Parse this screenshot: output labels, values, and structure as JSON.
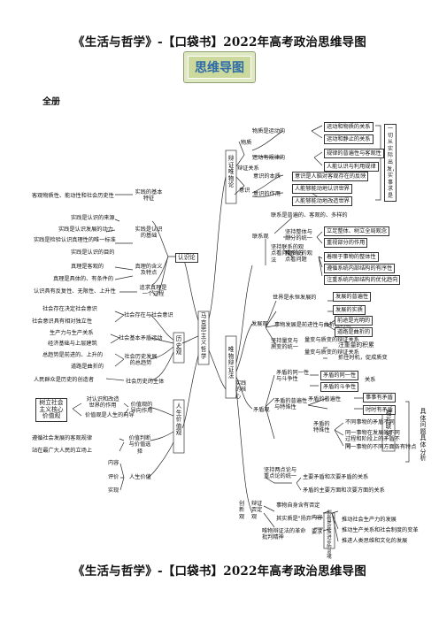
{
  "header": {
    "title_top": "《生活与哲学》-【口袋书】2022年高考政治思维导图",
    "badge": "思维导图",
    "section": "全册",
    "title_bottom": "《生活与哲学》-【口袋书】2022年高考政治思维导图"
  },
  "center": "马克思主义哲学",
  "mat": {
    "label": "辩证唯物论",
    "wuzhi": "物质",
    "wuzhi_items": [
      "物质是运动的",
      "运动有规律的"
    ],
    "yundong": [
      "运动和物质的关系",
      "运动和静止的关系"
    ],
    "guilv": [
      "规律的普遍性与客观性",
      "人能认识与利用规律"
    ],
    "guanxi": "辩证关系",
    "yishi": "意识",
    "yishi_items": [
      "意识的本质",
      "意识的作用"
    ],
    "benzhi": "意识是人脑对客观存在的反映",
    "zuoyong": [
      "人能够能动地认识世界",
      "人能够能动地改造世界"
    ],
    "brace": "一切从实际出发，实事求是"
  },
  "epi": {
    "label": "认识论",
    "shijian": "实践的基本特征",
    "shijian_items": [
      "客观物质性、能动性和社会历史性"
    ],
    "jichu": "实践是认识的基础",
    "jichu_items": [
      "实践是认识的来源",
      "实践是认识发展的动力",
      "实践是检验认识真理性的唯一标准",
      "实践是认识的目的"
    ],
    "zhenli": "真理的含义及特点",
    "zhenli_items": [
      "真理是客观的",
      "真理是具体的、有条件的"
    ],
    "zhuiqiu": "追求真理是一个过程",
    "zhuiqiu_items": [
      "认识具有反复性、无限性、上升性"
    ]
  },
  "dia": {
    "label": "唯物辩证法",
    "lianxi": "联系观",
    "lianxi_top": "联系是普遍的、客观的、多样的",
    "zt": "坚持整体与部分的统一",
    "zt_items": [
      "立足整体、树立全局观念",
      "重视部分的作用"
    ],
    "xt": "用系统的观点看问题",
    "xt_items": [
      "着眼于事物的整体性",
      "遵循系统内部结构的有序性",
      "注重系统内部结构的优化趋向"
    ],
    "lianxi_guanxi": "坚持联系的观点看问题的方法",
    "fazhan": "发展观",
    "fz_top": "世界是永恒发展的",
    "fz_yiban": [
      "发展的普遍性",
      "发展的实质"
    ],
    "qianjin": "事物发展是前进性与曲折性的统一",
    "qianjin_items": [
      "前途是光明的",
      "道路是曲折的"
    ],
    "liangbian": "坚持量变与质变的统一",
    "lb_items": [
      "量变与质变的辩证关系",
      "量变与质变的辩证关系"
    ],
    "lb_right": [
      "注重量的积累",
      "抓住时机，促成质变"
    ],
    "shijian": "实践的核心",
    "maodun": "矛盾观",
    "tongyi": "矛盾的同一性与斗争性",
    "ty_items": [
      "矛盾的同一性",
      "矛盾的斗争性"
    ],
    "guanxi": "关系",
    "pubian": "矛盾的普遍性与特殊性",
    "pb_items": [
      "矛盾的普遍性",
      "矛盾的特殊性"
    ],
    "pb_right": [
      "事事有矛盾",
      "时时有矛盾"
    ],
    "ts_items": [
      "不同事物的矛盾不同",
      "同一事物在发展的不同过程和阶段上的矛盾不同",
      "同一事物的不同方面各有特点"
    ],
    "zhuci": "坚持两点论与重点论的统一",
    "zc_items": [
      "主要矛盾和次要矛盾的关系",
      "矛盾的主要方面和次要方面的关系"
    ],
    "right_small": "相互联结",
    "right_big": "具体问题具体分析",
    "chuangxin": "创新观",
    "fz_side": "辩证否定观",
    "fz_side_items": [
      "事物自身含有否定",
      "其实质是\"扬弃\""
    ],
    "cx_items": [
      "唯物辩证法的革命批判精神",
      "内容",
      "要求"
    ],
    "cx_right": [
      "推动社会生产力的发展",
      "推动生产关系和社会制度的变革",
      "推进人类思维和文化的发展"
    ],
    "cx_box": "创新是民族进步的灵魂"
  },
  "hist": {
    "label": "历史观",
    "s1": "社会存在与社会意识",
    "s1_items": [
      "社会存在决定社会意识",
      "社会意识具有相对独立性"
    ],
    "s2": "社会基本矛盾运动",
    "s2_items": [
      "生产力与生产关系",
      "经济基础与上层建筑"
    ],
    "s3": "社会历史发展的总趋势",
    "s3_items": [
      "总趋势是前进的、上升的",
      "道路是曲折的"
    ],
    "s4": "社会历史的主体",
    "s4_items": [
      "人民群众是历史的创造者"
    ]
  },
  "life": {
    "label": "人生价值观",
    "core": "树立社会主义核心价值观",
    "v1": "价值观的导向作用",
    "v1_items": [
      "对认识和改造世界的作用",
      "价值观是人生的向导"
    ],
    "v2": "价值判断与价值选择",
    "v2_items": [
      "遵循社会发展的客观规律",
      "站在最广大人民的立场上"
    ],
    "rs": "人生价值",
    "rs_items": [
      "内容",
      "评价",
      "实现"
    ]
  }
}
